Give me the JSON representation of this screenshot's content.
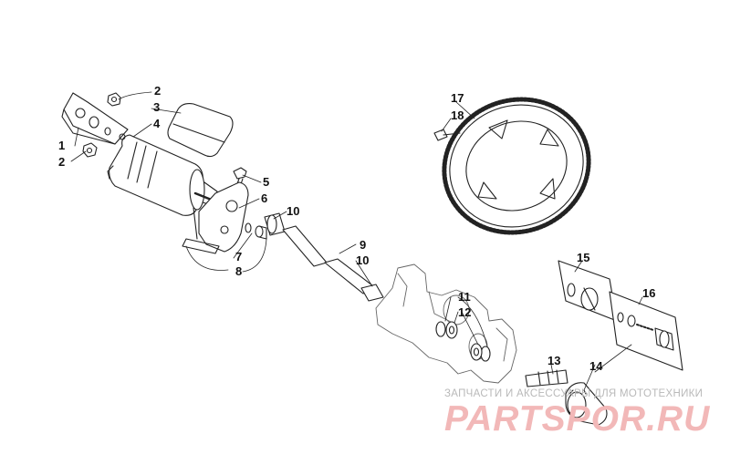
{
  "callouts": {
    "n1": "1",
    "n2a": "2",
    "n2b": "2",
    "n3": "3",
    "n4": "4",
    "n5": "5",
    "n6": "6",
    "n7": "7",
    "n8": "8",
    "n9": "9",
    "n10a": "10",
    "n10b": "10",
    "n11": "11",
    "n12": "12",
    "n13": "13",
    "n14": "14",
    "n15": "15",
    "n16": "16",
    "n17": "17",
    "n18": "18"
  },
  "watermark": {
    "tagline": "ЗАПЧАСТИ И АКСЕССУАРЫ ДЛЯ МОТОТЕХНИКИ",
    "brand": "PARTSPOR.RU",
    "color": "#e05a5a"
  }
}
